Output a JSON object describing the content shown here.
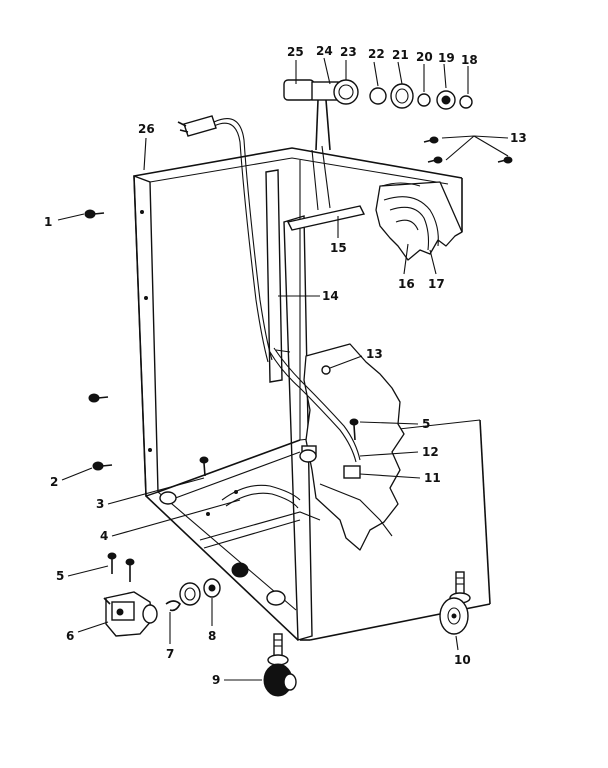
{
  "diagram": {
    "callouts": [
      {
        "id": "c1",
        "label": "1"
      },
      {
        "id": "c2",
        "label": "2"
      },
      {
        "id": "c3",
        "label": "3"
      },
      {
        "id": "c4",
        "label": "4"
      },
      {
        "id": "c5a",
        "label": "5"
      },
      {
        "id": "c5b",
        "label": "5"
      },
      {
        "id": "c6",
        "label": "6"
      },
      {
        "id": "c7",
        "label": "7"
      },
      {
        "id": "c8",
        "label": "8"
      },
      {
        "id": "c9",
        "label": "9"
      },
      {
        "id": "c10",
        "label": "10"
      },
      {
        "id": "c11",
        "label": "11"
      },
      {
        "id": "c12",
        "label": "12"
      },
      {
        "id": "c13a",
        "label": "13"
      },
      {
        "id": "c13b",
        "label": "13"
      },
      {
        "id": "c14",
        "label": "14"
      },
      {
        "id": "c15",
        "label": "15"
      },
      {
        "id": "c16",
        "label": "16"
      },
      {
        "id": "c17",
        "label": "17"
      },
      {
        "id": "c18",
        "label": "18"
      },
      {
        "id": "c19",
        "label": "19"
      },
      {
        "id": "c20",
        "label": "20"
      },
      {
        "id": "c21",
        "label": "21"
      },
      {
        "id": "c22",
        "label": "22"
      },
      {
        "id": "c23",
        "label": "23"
      },
      {
        "id": "c24",
        "label": "24"
      },
      {
        "id": "c25",
        "label": "25"
      },
      {
        "id": "c26",
        "label": "26"
      }
    ]
  }
}
